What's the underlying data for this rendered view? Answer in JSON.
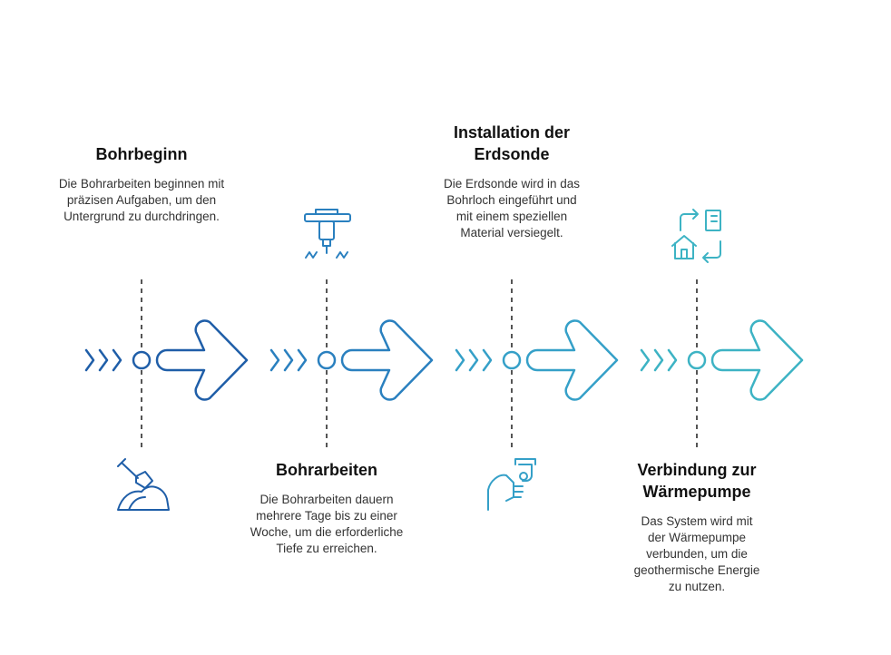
{
  "steps": [
    {
      "title": "Bohrbeginn",
      "description": "Die Bohrarbeiten beginnen mit präzisen Aufgaben, um den Untergrund zu durchdringen.",
      "icon": "shovel-dirt-icon",
      "color": "#1f5ea8"
    },
    {
      "title": "Bohrarbeiten",
      "description": "Die Bohrarbeiten dauern mehrere Tage bis zu einer Woche, um die erforderliche Tiefe zu erreichen.",
      "icon": "jackhammer-icon",
      "color": "#2a80bf"
    },
    {
      "title": "Installation der Erdsonde",
      "description": "Die Erdsonde wird in das Bohrloch eingeführt und mit einem speziellen Material versiegelt.",
      "icon": "hand-pipe-icon",
      "color": "#35a0c8"
    },
    {
      "title": "Verbindung zur Wärmepumpe",
      "description": "Das System wird mit der Wärmepumpe verbunden, um die geothermische Energie zu nutzen.",
      "icon": "house-heatpump-cycle-icon",
      "color": "#3db3c4"
    }
  ]
}
